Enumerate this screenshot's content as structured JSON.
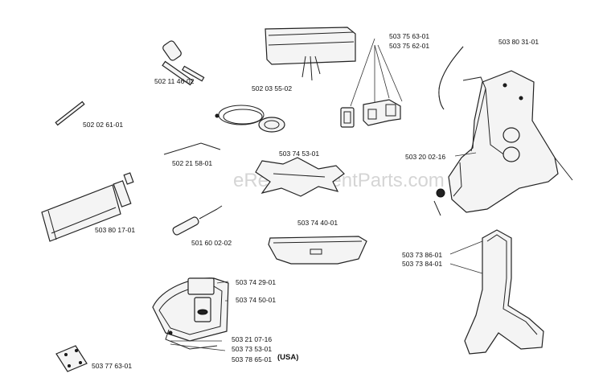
{
  "watermark": "eReplacementParts.com",
  "labels": {
    "p1": "502 11 46-02",
    "p2": "502 03 55-02",
    "p3": "503 75 63-01",
    "p4": "503 75 62-01",
    "p5": "503 80 31-01",
    "p6": "502 02 61-01",
    "p7": "502 21 58-01",
    "p8": "503 74 53-01",
    "p9": "503 20 02-16",
    "p10": "503 80 17-01",
    "p11": "501 60 02-02",
    "p12": "503 74 40-01",
    "p13": "503 73 86-01",
    "p14": "503 73 84-01",
    "p15": "503 74 29-01",
    "p16": "503 74 50-01",
    "p17": "503 21 07-16",
    "p18": "503 73 53-01",
    "p19": "503 78 65-01",
    "usa": "(USA)",
    "p20": "503 77 63-01"
  },
  "icons": [
    "combination-wrench-icon",
    "tool-bag-icon",
    "trimmer-line-coil-icon",
    "buckle-icon",
    "hose-clip-icon",
    "drift-pin-icon",
    "hex-key-icon",
    "cutting-blade-icon",
    "grease-tube-icon",
    "screwdriver-icon",
    "blade-guard-cover-icon",
    "harness-icon",
    "support-stand-icon",
    "trimmer-guard-icon",
    "plate-icon"
  ]
}
